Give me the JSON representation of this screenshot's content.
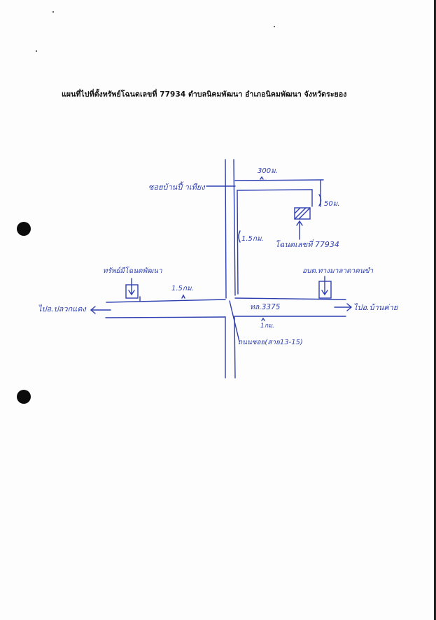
{
  "title": "แผนที่ไปที่ตั้งทรัพย์โฉนดเลขที่ 77934 ตำบลนิคมพัฒนา อำเภอนิคมพัฒนา จังหวัดระยอง",
  "labels": {
    "soi_top": "ซอยบ้านปี้ าเทียง",
    "dist_300": "300ม.",
    "dist_50": "50ม.",
    "dist_1_5km_vertical": "1.5กม.",
    "parcel": "โฉนดเลขที่ 77934",
    "landmark_left": "ทรัพย์มีโฉนดพัฒนา",
    "landmark_right": "อบต.ทางมาลาดาคนขำ",
    "dist_1_5km_horizontal": "1.5กม.",
    "to_left": "ไปอ.ปลวกแดง",
    "road_number": "ทล.3375",
    "dist_1km": "1กม.",
    "to_right": "ไปอ.บ้านค่าย",
    "soi_bottom": "ถนนซอย(สาย13-15)"
  },
  "colors": {
    "ink": "#2d3fb0",
    "title": "#111111"
  }
}
